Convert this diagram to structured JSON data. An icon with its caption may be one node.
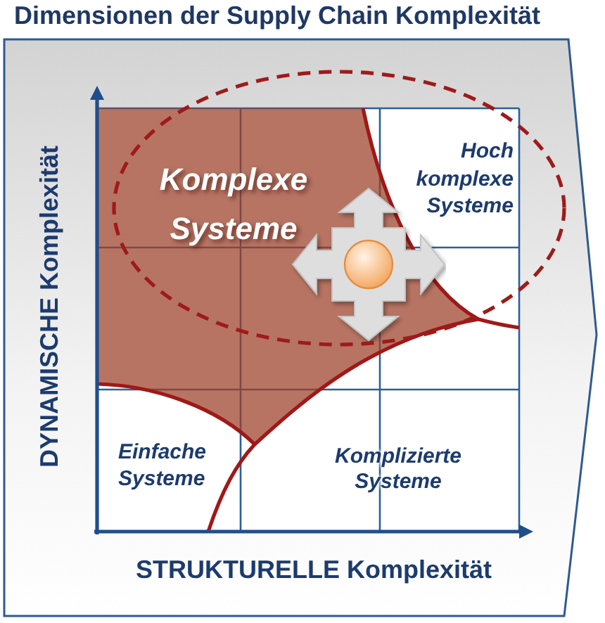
{
  "diagram": {
    "title": "Dimensionen der Supply Chain Komplexität",
    "nodes": [
      {
        "text": [
          "Komplexe Systeme"
        ]
      },
      {
        "text": [
          "Hoch komplexe Systeme"
        ]
      },
      {
        "text": [
          "Einfache Systeme"
        ]
      },
      {
        "text": [
          "Komplizierte Systeme"
        ]
      }
    ],
    "labels": [
      "DYNAMISCHE Komplexität",
      "STRUKTURELLE Komplexität"
    ]
  }
}
